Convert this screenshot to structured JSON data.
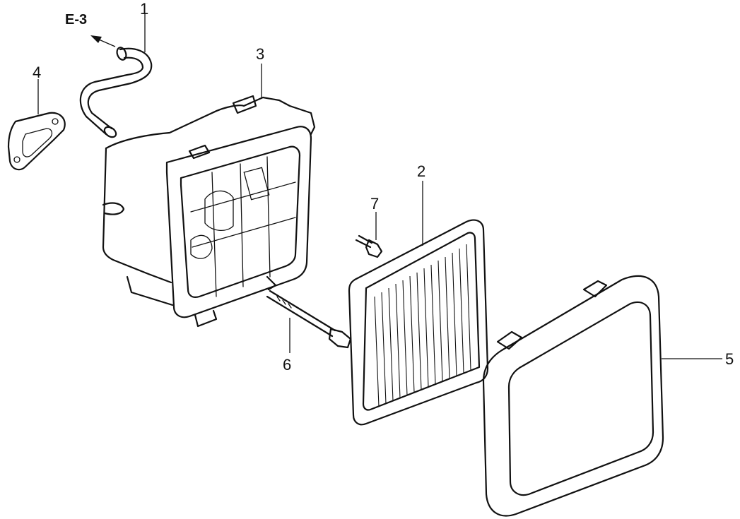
{
  "diagram": {
    "reference_label": "E-3",
    "parts": [
      {
        "id": "hose",
        "number": "1"
      },
      {
        "id": "filter-element",
        "number": "2"
      },
      {
        "id": "air-cleaner-case",
        "number": "3"
      },
      {
        "id": "gasket",
        "number": "4"
      },
      {
        "id": "cover",
        "number": "5"
      },
      {
        "id": "long-bolt",
        "number": "6"
      },
      {
        "id": "short-bolt",
        "number": "7"
      }
    ]
  }
}
